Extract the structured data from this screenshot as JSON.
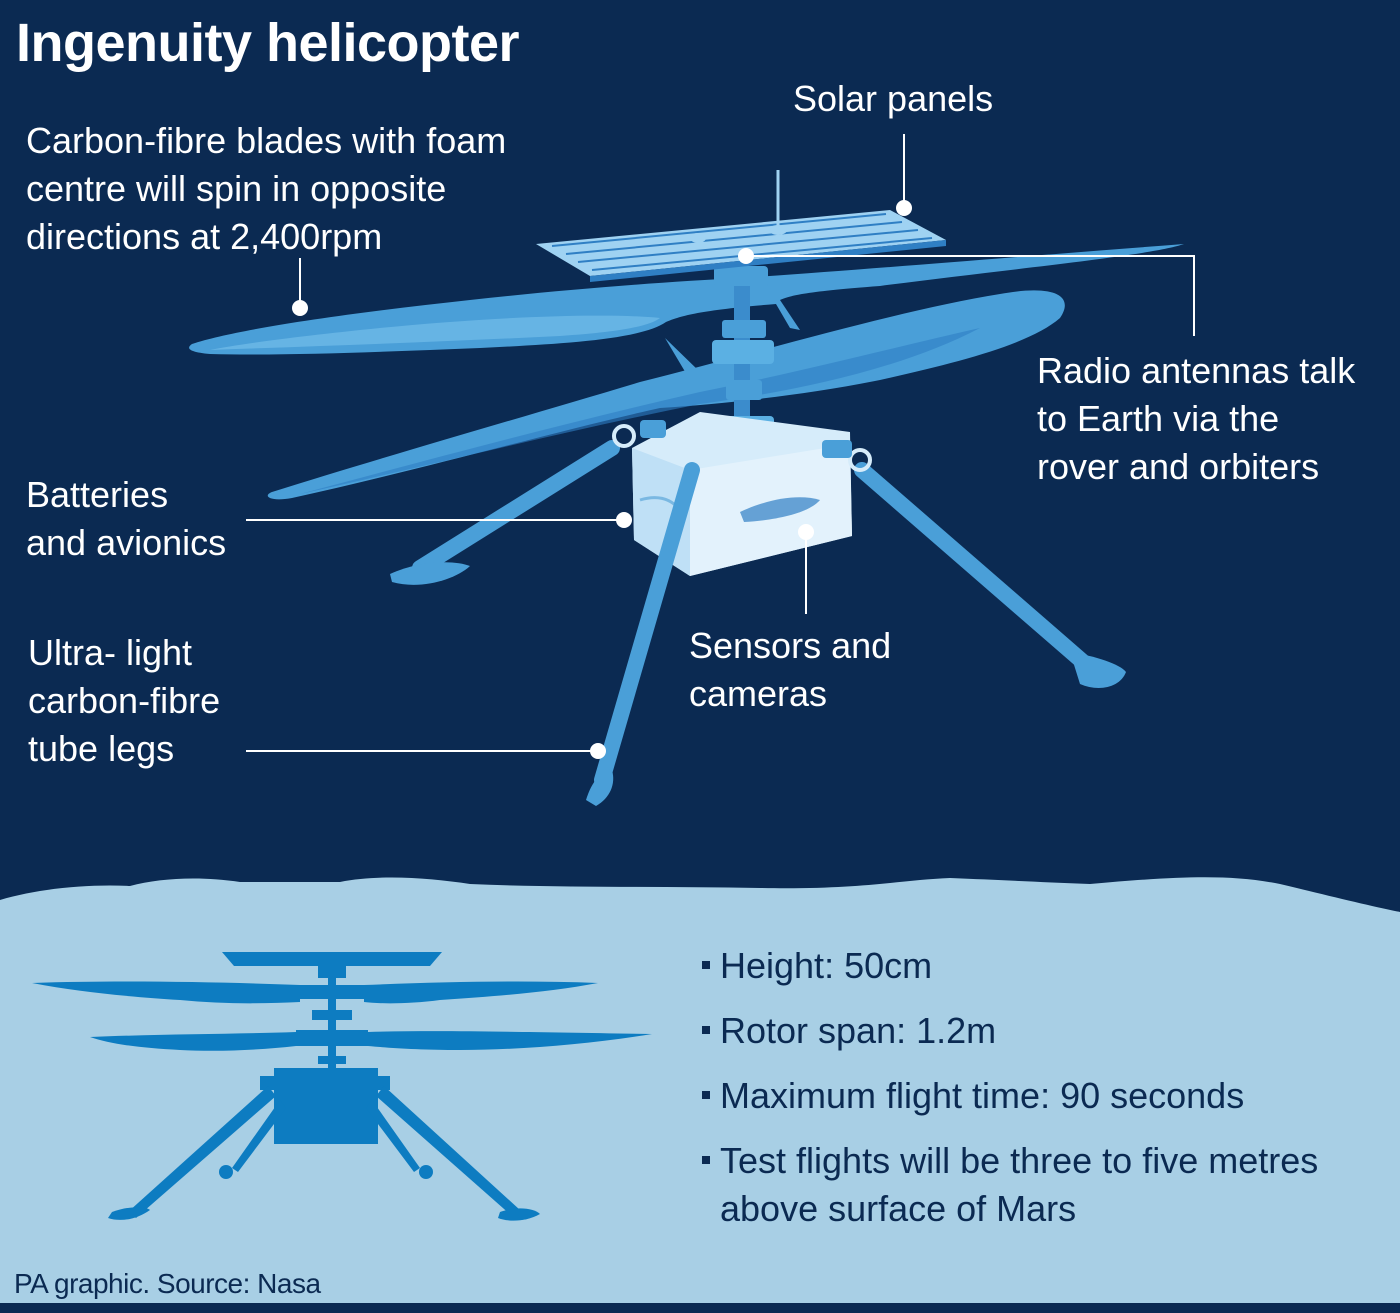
{
  "title": "Ingenuity helicopter",
  "labels": {
    "blades": "Carbon-fibre blades with foam\ncentre will spin in opposite\ndirections at 2,400rpm",
    "solar": "Solar panels",
    "radio": "Radio antennas talk\nto Earth via the\nrover and orbiters",
    "batteries": "Batteries\nand avionics",
    "legs": "Ultra- light\ncarbon-fibre\ntube legs",
    "sensors": "Sensors and\ncameras"
  },
  "facts": [
    "Height: 50cm",
    "Rotor span: 1.2m",
    "Maximum flight time: 90 seconds",
    "Test flights will be three to five metres\nabove surface of Mars"
  ],
  "credit": "PA graphic. Source: Nasa",
  "colors": {
    "background": "#0b2a52",
    "ground": "#a8cfe5",
    "blade_light": "#4a9fd8",
    "blade_dark": "#2f7fc4",
    "silhouette": "#0d7cc1",
    "body": "#d6ecfa"
  }
}
